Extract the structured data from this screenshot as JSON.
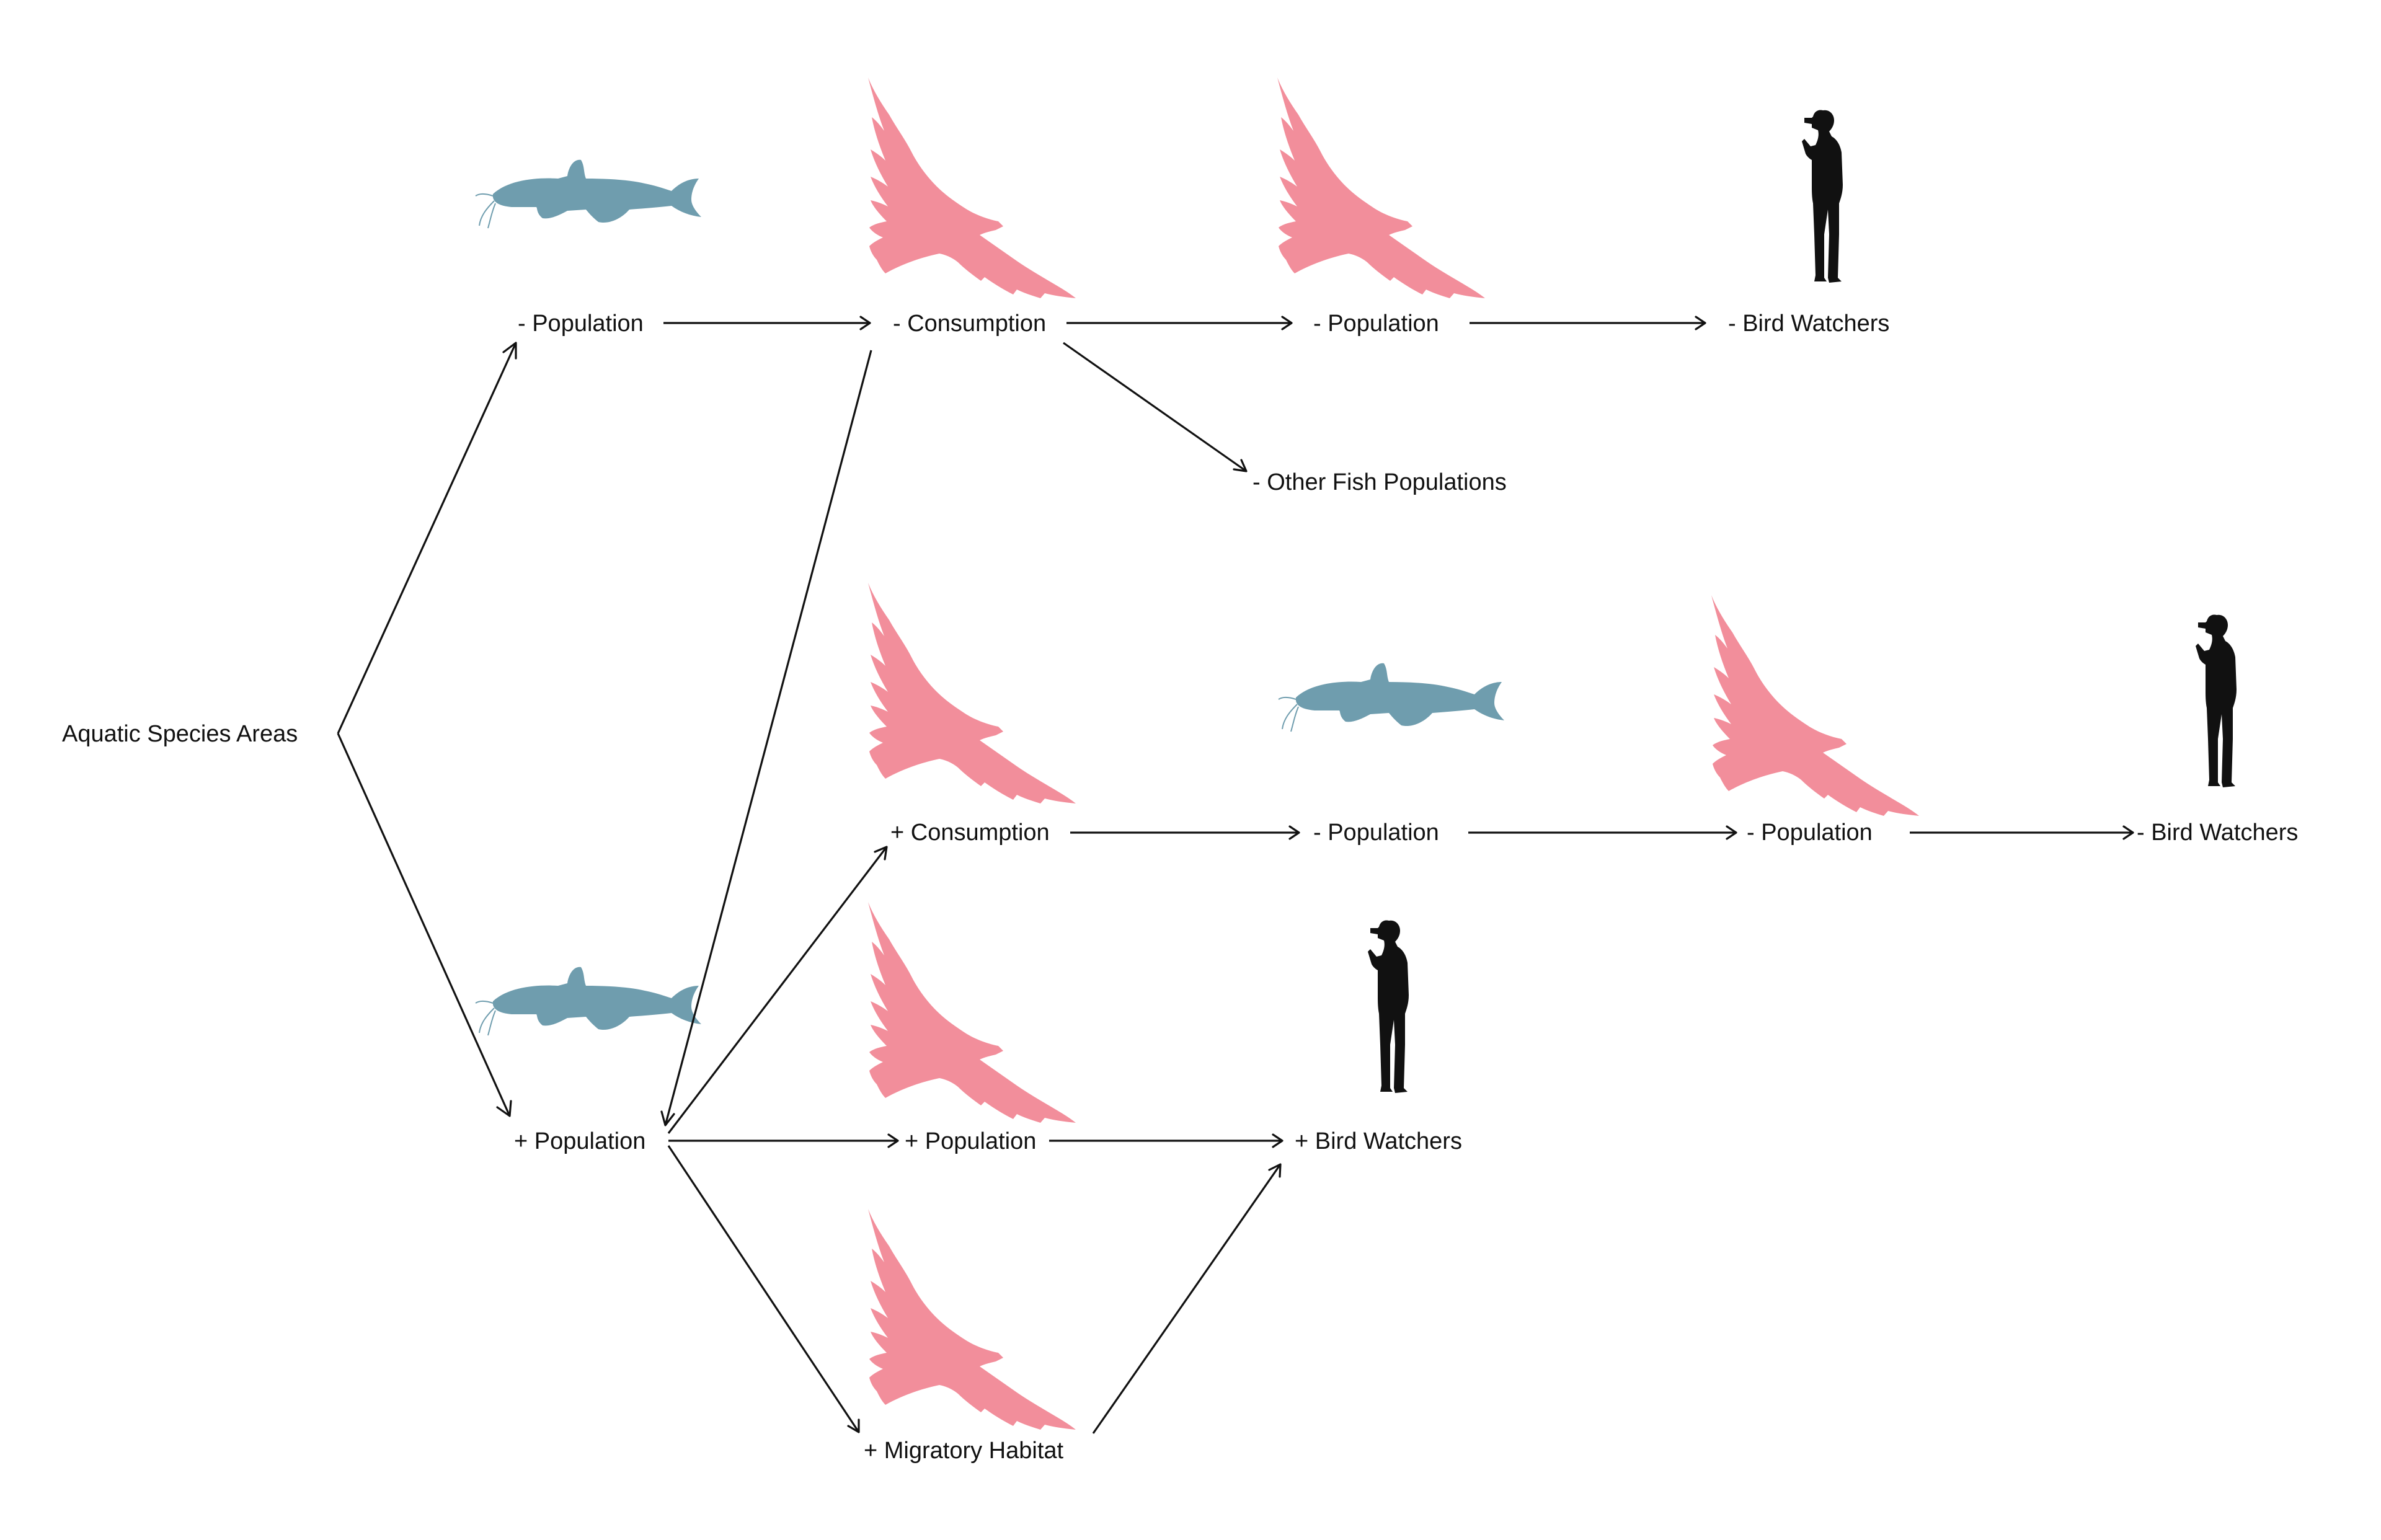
{
  "colors": {
    "fish": "#6f9dae",
    "bird": "#f28e9b",
    "person": "#111111",
    "text": "#111111"
  },
  "icons": {
    "fish": "catfish-silhouette",
    "bird": "eagle-silhouette",
    "person": "bird-watcher-silhouette"
  },
  "nodes": {
    "root": "Aquatic Species Areas",
    "fish_pop_minus": "- Population",
    "consumption_minus": "- Consumption",
    "bird_pop_minus_top": "- Population",
    "bird_watchers_minus_top": "- Bird Watchers",
    "other_fish": "- Other Fish Populations",
    "consumption_plus": "+ Consumption",
    "fish_pop_minus_mid": "- Population",
    "bird_pop_minus_mid": "- Population",
    "bird_watchers_minus_mid": "- Bird Watchers",
    "fish_pop_plus": "+ Population",
    "bird_pop_plus": "+ Population",
    "bird_watchers_plus": "+ Bird Watchers",
    "migratory_habitat": "+ Migratory Habitat"
  }
}
